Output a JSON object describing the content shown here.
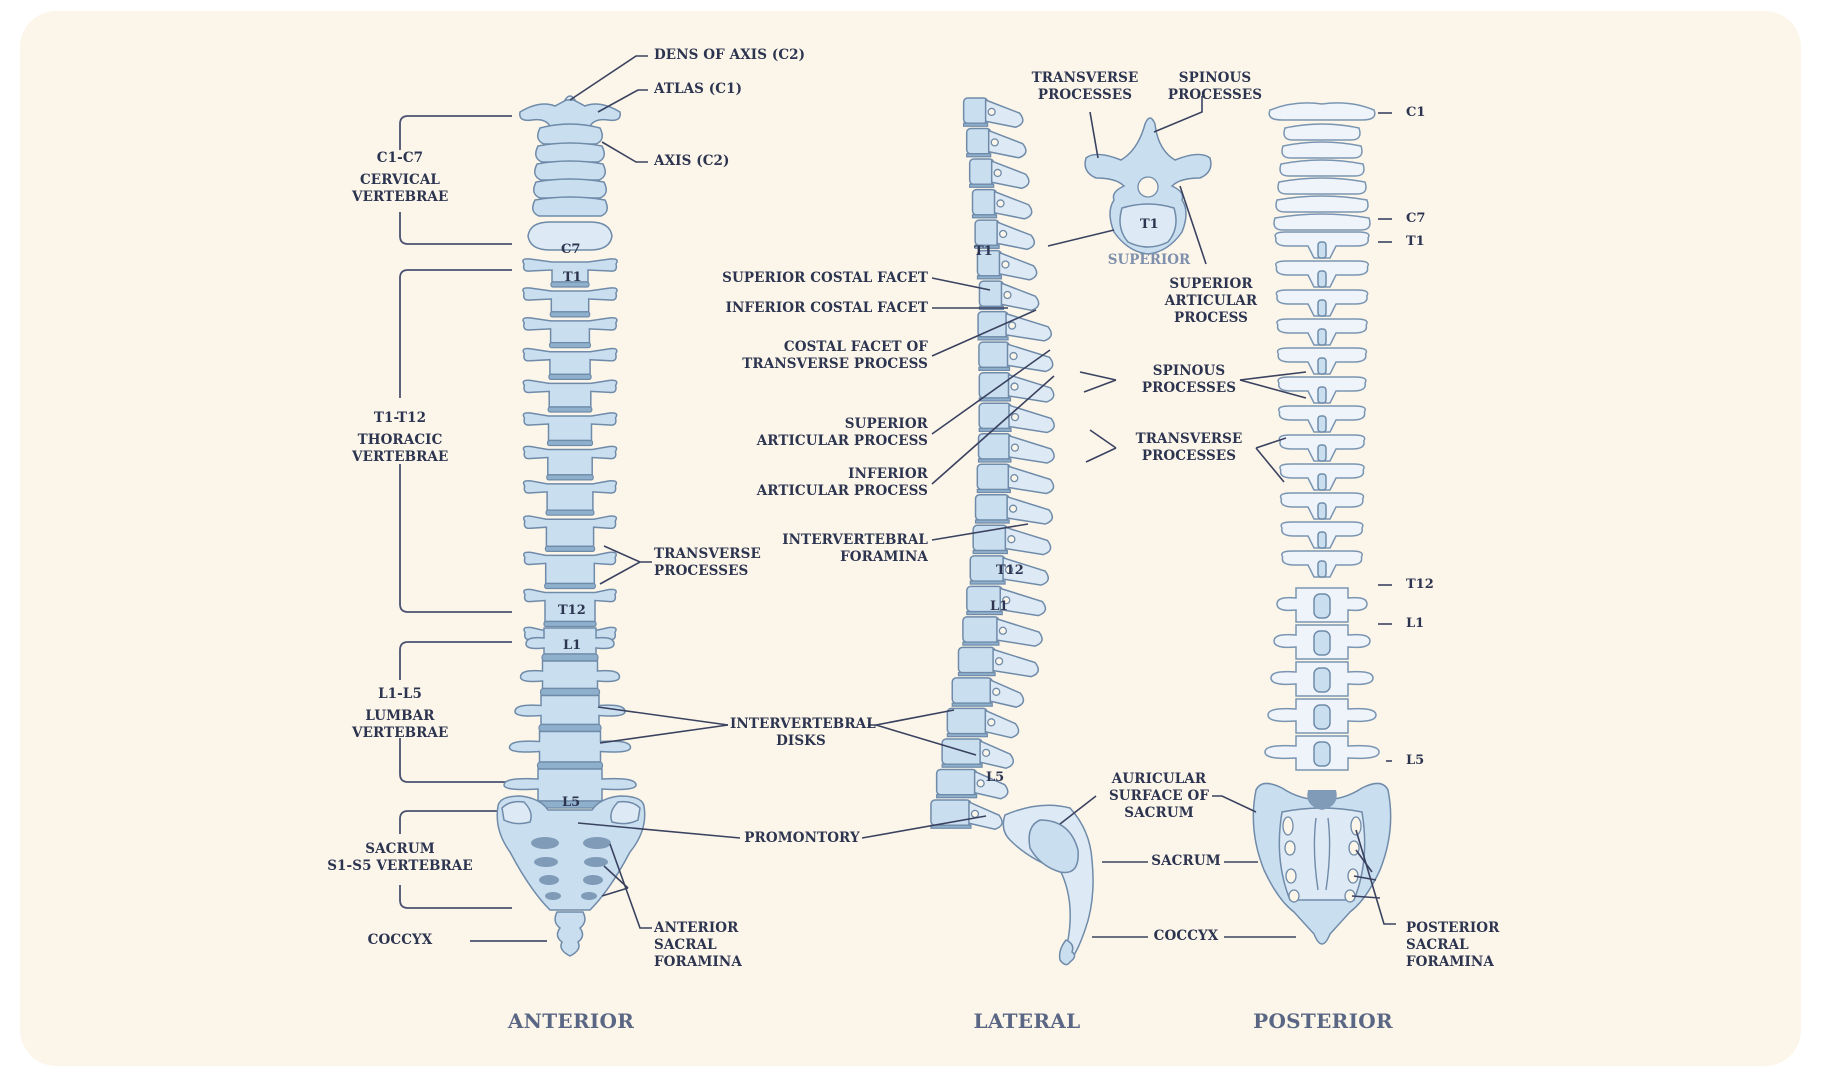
{
  "views": {
    "anterior": {
      "title": "ANTERIOR",
      "brackets": [
        {
          "range": "C1-C7",
          "name_lines": [
            "CERVICAL",
            "VERTEBRAE"
          ]
        },
        {
          "range": "T1-T12",
          "name_lines": [
            "THORACIC",
            "VERTEBRAE"
          ]
        },
        {
          "range": "L1-L5",
          "name_lines": [
            "LUMBAR",
            "VERTEBRAE"
          ]
        },
        {
          "range": "SACRUM",
          "name_lines": [
            "S1-S5 VERTEBRAE"
          ]
        }
      ],
      "coccyx": "COCCYX",
      "callouts": {
        "dens": "DENS OF AXIS (C2)",
        "atlas": "ATLAS (C1)",
        "axis": "AXIS (C2)",
        "transverse": [
          "TRANSVERSE",
          "PROCESSES"
        ],
        "anterior_sacral": [
          "ANTERIOR",
          "SACRAL",
          "FORAMINA"
        ]
      },
      "vertebra_marks": [
        "C7",
        "T1",
        "T12",
        "L1",
        "L5"
      ]
    },
    "shared": {
      "intervertebral_disks": [
        "INTERVERTEBRAL",
        "DISKS"
      ],
      "promontory": "PROMONTORY"
    },
    "lateral": {
      "title": "LATERAL",
      "callouts": {
        "superior_costal_facet": "SUPERIOR COSTAL FACET",
        "inferior_costal_facet": "INFERIOR COSTAL FACET",
        "costal_facet_transverse": [
          "COSTAL FACET OF",
          "TRANSVERSE PROCESS"
        ],
        "superior_articular": [
          "SUPERIOR",
          "ARTICULAR PROCESS"
        ],
        "inferior_articular": [
          "INFERIOR",
          "ARTICULAR PROCESS"
        ],
        "intervertebral_foramina": [
          "INTERVERTEBRAL",
          "FORAMINA"
        ],
        "spinous": [
          "SPINOUS",
          "PROCESSES"
        ],
        "transverse": [
          "TRANSVERSE",
          "PROCESSES"
        ],
        "auricular": [
          "AURICULAR",
          "SURFACE OF",
          "SACRUM"
        ],
        "sacrum": "SACRUM",
        "coccyx": "COCCYX"
      },
      "vertebra_marks": [
        "T1",
        "T12",
        "L1",
        "L5"
      ]
    },
    "superior": {
      "caption": "SUPERIOR",
      "vertebra_mark": "T1",
      "callouts": {
        "transverse": [
          "TRANSVERSE",
          "PROCESSES"
        ],
        "spinous": [
          "SPINOUS",
          "PROCESSES"
        ],
        "superior_articular": [
          "SUPERIOR",
          "ARTICULAR",
          "PROCESS"
        ]
      }
    },
    "posterior": {
      "title": "POSTERIOR",
      "level_marks": [
        "C1",
        "C7",
        "T1",
        "T12",
        "L1",
        "L5"
      ],
      "callouts": {
        "posterior_sacral": [
          "POSTERIOR",
          "SACRAL",
          "FORAMINA"
        ]
      }
    }
  },
  "colors": {
    "background": "#fcf6ea",
    "bone": "#c9deef",
    "bone_outline": "#6f8ba9",
    "label_text": "#2c3450",
    "view_title": "#5a6784"
  }
}
